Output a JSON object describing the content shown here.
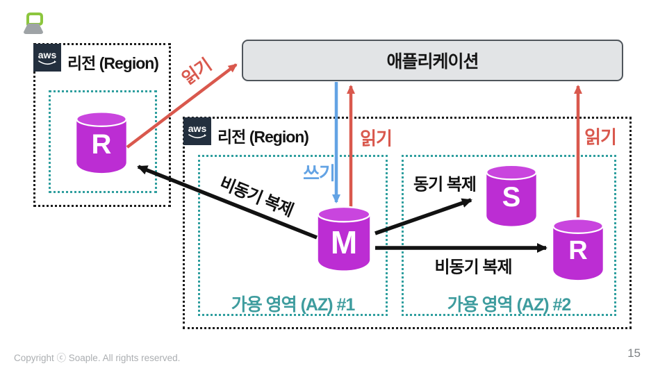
{
  "slide": {
    "copyright": "Copyright ⓒ Soaple. All rights reserved.",
    "page_number": "15"
  },
  "application": {
    "label": "애플리케이션"
  },
  "aws": {
    "logo_text": "aws"
  },
  "left_region": {
    "title": "리전 (Region)",
    "replica_db": {
      "letter": "R"
    }
  },
  "main_region": {
    "title": "리전 (Region)",
    "az1": {
      "label": "가용 영역 (AZ) #1",
      "master_db": {
        "letter": "M"
      }
    },
    "az2": {
      "label": "가용 영역 (AZ) #2",
      "standby_db": {
        "letter": "S"
      },
      "replica_db": {
        "letter": "R"
      }
    }
  },
  "arrows": {
    "read_left": {
      "label": "읽기"
    },
    "read_center": {
      "label": "읽기"
    },
    "read_right": {
      "label": "읽기"
    },
    "write": {
      "label": "쓰기"
    },
    "sync_replication": {
      "label": "동기 복제"
    },
    "async_replication_left": {
      "label": "비동기 복제"
    },
    "async_replication_right": {
      "label": "비동기 복제"
    }
  },
  "colors": {
    "read_arrow": "#D9584D",
    "write_arrow": "#63A3E4",
    "replication_arrow": "#121212",
    "az_border": "#2E9E9E",
    "az_label": "#3E9C9E",
    "db_body": "#BC2DD3",
    "db_top": "#C945DE",
    "aws_navy": "#232F3E",
    "app_fill": "#E2E4E6"
  }
}
